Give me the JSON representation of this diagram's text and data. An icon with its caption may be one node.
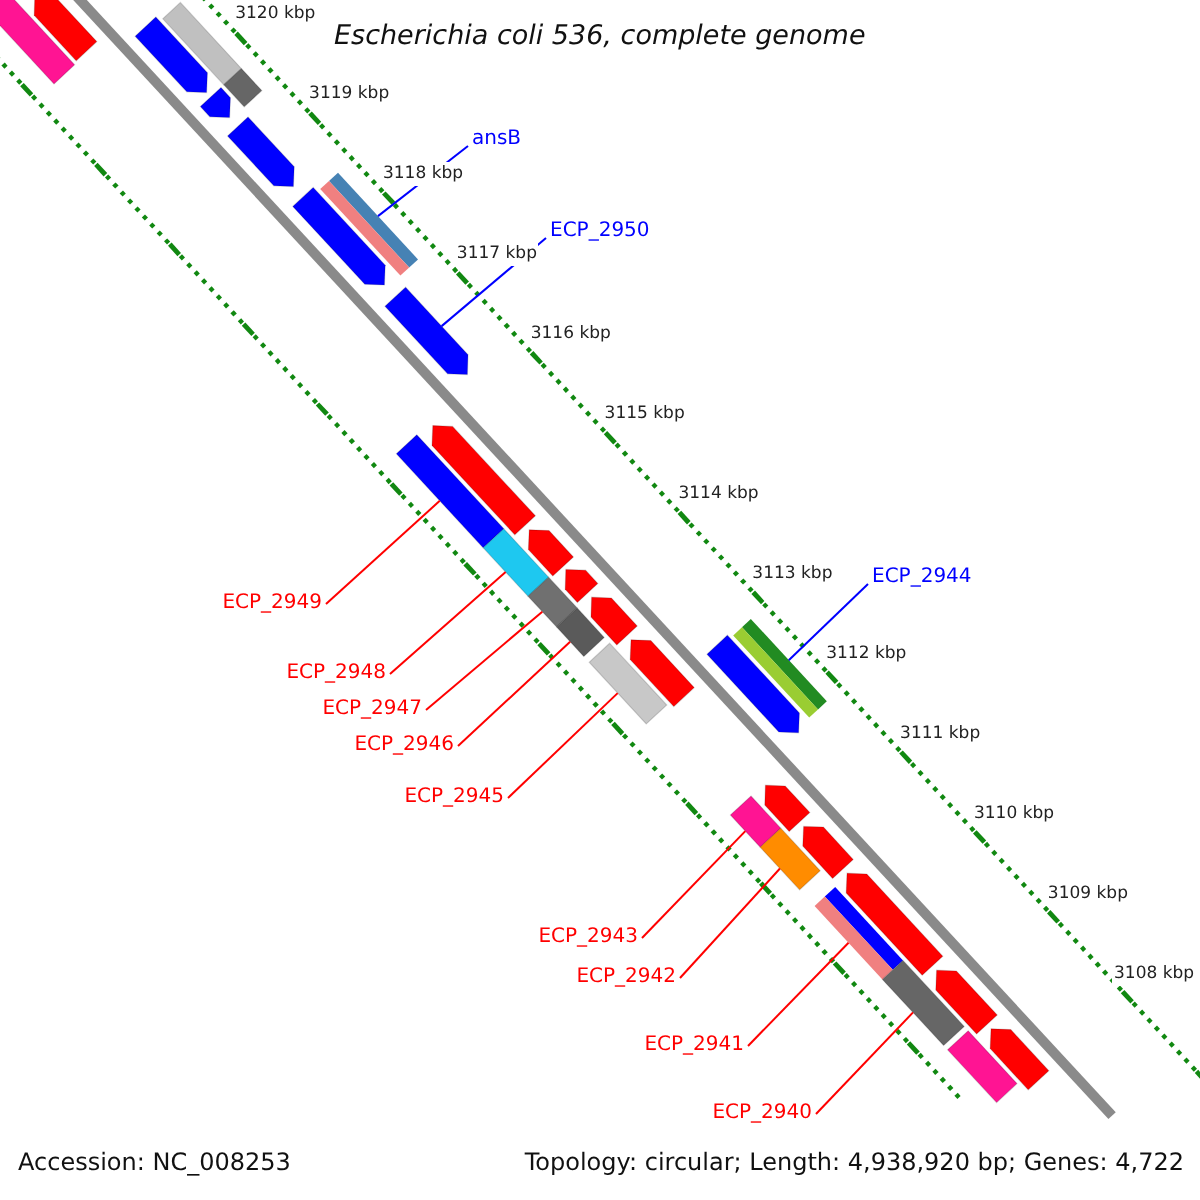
{
  "diagram": {
    "title": "Escherichia coli 536, complete genome",
    "nodes": [
      {
        "text": [
          "ansB"
        ]
      },
      {
        "text": [
          "ECP_2950"
        ]
      },
      {
        "text": [
          "ECP_2944"
        ]
      },
      {
        "text": [
          "ECP_2949"
        ]
      },
      {
        "text": [
          "ECP_2948"
        ]
      },
      {
        "text": [
          "ECP_2947"
        ]
      },
      {
        "text": [
          "ECP_2946"
        ]
      },
      {
        "text": [
          "ECP_2945"
        ]
      },
      {
        "text": [
          "ECP_2943"
        ]
      },
      {
        "text": [
          "ECP_2942"
        ]
      },
      {
        "text": [
          "ECP_2941"
        ]
      },
      {
        "text": [
          "ECP_2940"
        ]
      },
      {
        "text": [],
        "shape": "bar"
      },
      {
        "text": [],
        "shape": "bar"
      },
      {
        "text": [],
        "shape": "bar"
      },
      {
        "text": [],
        "shape": "bar"
      },
      {
        "text": [],
        "shape": "bar"
      },
      {
        "text": [],
        "shape": "bar"
      },
      {
        "text": [],
        "shape": "bar"
      },
      {
        "text": [],
        "shape": "bar"
      },
      {
        "text": [],
        "shape": "bar"
      },
      {
        "text": [],
        "shape": "bar"
      },
      {
        "text": [],
        "shape": "bar"
      },
      {
        "text": [],
        "shape": "bar"
      }
    ],
    "edges": [
      {
        "from": 0,
        "to": 12,
        "arrow": "none",
        "color": "#0000ff"
      },
      {
        "from": 1,
        "to": 13,
        "arrow": "none",
        "color": "#0000ff"
      },
      {
        "from": 2,
        "to": 18,
        "arrow": "none",
        "color": "#0000ff"
      },
      {
        "from": 3,
        "to": 14,
        "arrow": "none"
      },
      {
        "from": 4,
        "to": 15,
        "arrow": "none"
      },
      {
        "from": 5,
        "to": 16,
        "arrow": "none"
      },
      {
        "from": 6,
        "to": 17,
        "arrow": "none"
      },
      {
        "from": 7,
        "to": 19,
        "arrow": "none"
      },
      {
        "from": 8,
        "to": 20,
        "arrow": "none"
      },
      {
        "from": 9,
        "to": 21,
        "arrow": "none"
      },
      {
        "from": 10,
        "to": 22,
        "arrow": "none"
      },
      {
        "from": 11,
        "to": 23,
        "arrow": "none"
      }
    ],
    "labels": [
      "3120 kbp",
      "3119 kbp",
      "3118 kbp",
      "3117 kbp",
      "3116 kbp",
      "3115 kbp",
      "3114 kbp",
      "3113 kbp",
      "3112 kbp",
      "3111 kbp",
      "3110 kbp",
      "3109 kbp",
      "3108 kbp",
      "Accession: NC_008253",
      "Topology: circular; Length: 4,938,920 bp; Genes: 4,722"
    ]
  }
}
